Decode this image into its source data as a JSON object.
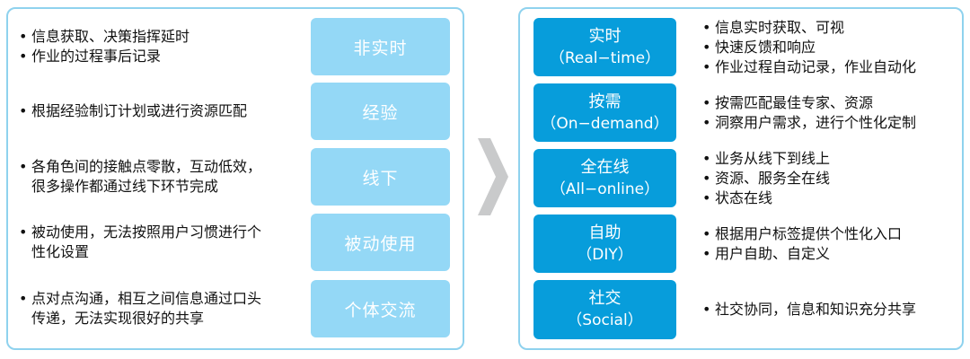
{
  "left": {
    "rows": [
      {
        "bullets": [
          "信息获取、决策指挥延时",
          "作业的过程事后记录"
        ],
        "tag": "非实时"
      },
      {
        "bullets": [
          "根据经验制订计划或进行资源匹配"
        ],
        "tag": "经验"
      },
      {
        "bullets": [
          "各角色间的接触点零散，互动低效，",
          "很多操作都通过线下环节完成"
        ],
        "tag": "线下"
      },
      {
        "bullets": [
          "被动使用，无法按照用户习惯进行个",
          "性化设置"
        ],
        "tag": "被动使用"
      },
      {
        "bullets": [
          "点对点沟通，相互之间信息通过口头",
          "传递，无法实现很好的共享"
        ],
        "tag": "个体交流"
      }
    ]
  },
  "right": {
    "rows": [
      {
        "title": "实时",
        "subtitle": "（Real−time）",
        "bullets": [
          "信息实时获取、可视",
          "快速反馈和响应",
          "作业过程自动记录，作业自动化"
        ]
      },
      {
        "title": "按需",
        "subtitle": "（On−demand）",
        "bullets": [
          "按需匹配最佳专家、资源",
          "洞察用户需求，进行个性化定制"
        ]
      },
      {
        "title": "全在线",
        "subtitle": "（All−online）",
        "bullets": [
          "业务从线下到线上",
          "资源、服务全在线",
          "状态在线"
        ]
      },
      {
        "title": "自助",
        "subtitle": "（DIY）",
        "bullets": [
          "根据用户标签提供个性化入口",
          "用户自助、自定义"
        ]
      },
      {
        "title": "社交",
        "subtitle": "（Social）",
        "bullets": [
          "社交协同，信息和知识充分共享"
        ]
      }
    ]
  },
  "bullet_symbol": "•",
  "colors": {
    "panel_border": "#8fd2ee",
    "light_tag": "#94d8f6",
    "dark_tag": "#079ddb",
    "arrow": "#c9cacb"
  },
  "icons": {
    "arrow": "chevron-right-icon"
  }
}
